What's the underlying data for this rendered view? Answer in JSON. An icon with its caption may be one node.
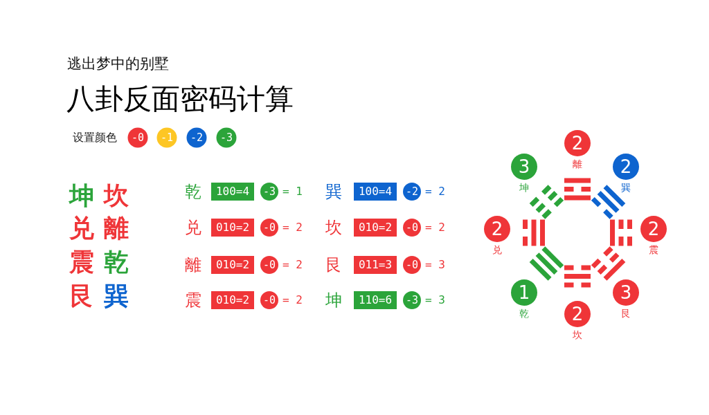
{
  "diagram": {
    "title": "八卦反面密码计算",
    "nodes": [
      {
        "text": [
          "2"
        ],
        "beside": [
          "離"
        ]
      },
      {
        "text": [
          "3"
        ],
        "beside": [
          "坤"
        ]
      },
      {
        "text": [
          "2"
        ],
        "beside": [
          "巽"
        ]
      },
      {
        "text": [
          "2"
        ],
        "beside": [
          "兑"
        ]
      },
      {
        "text": [
          "2"
        ],
        "beside": [
          "震"
        ]
      },
      {
        "text": [
          "1"
        ],
        "beside": [
          "乾"
        ]
      },
      {
        "text": [
          "3"
        ],
        "beside": [
          "艮"
        ]
      },
      {
        "text": [
          "2"
        ],
        "beside": [
          "坎"
        ]
      }
    ],
    "labels": [
      "逃出梦中的别墅",
      "设置颜色",
      "坤",
      "坎",
      "兑",
      "離",
      "震",
      "乾",
      "艮",
      "巽",
      "乾",
      "100=4",
      "-3",
      "= 1",
      "巽",
      "100=4",
      "-2",
      "= 2",
      "兑",
      "010=2",
      "-0",
      "= 2",
      "坎",
      "010=2",
      "-0",
      "= 2",
      "離",
      "010=2",
      "-0",
      "= 2",
      "艮",
      "011=3",
      "-0",
      "= 3",
      "震",
      "010=2",
      "-0",
      "= 2",
      "坤",
      "110=6",
      "-3",
      "= 3"
    ],
    "legend": [
      {
        "text": "-0",
        "color": "#ef3538"
      },
      {
        "text": "-1",
        "color": "#fdc624"
      },
      {
        "text": "-2",
        "color": "#0e64cf"
      },
      {
        "text": "-3",
        "color": "#2ba43a"
      }
    ]
  }
}
